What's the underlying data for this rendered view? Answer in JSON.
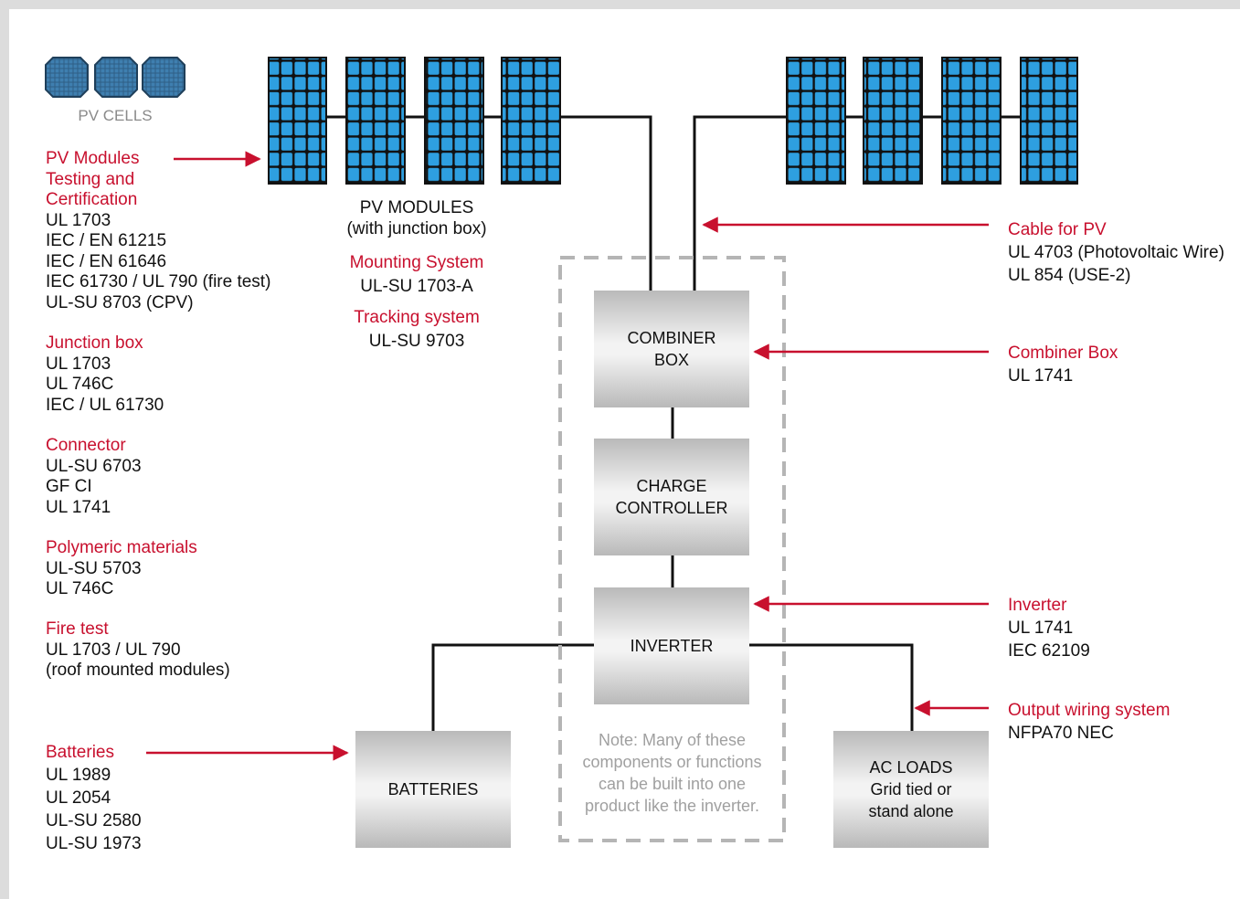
{
  "colors": {
    "accent": "#c8102e",
    "panel": "#2e9fe0",
    "wire": "#111111",
    "note": "#a0a0a0"
  },
  "pv_cells": {
    "label": "PV CELLS"
  },
  "pv_modules": {
    "label1": "PV MODULES",
    "label2": "(with junction box)"
  },
  "mounting": {
    "title": "Mounting System",
    "value": "UL-SU 1703-A"
  },
  "tracking": {
    "title": "Tracking system",
    "value": "UL-SU 9703"
  },
  "left_standards": {
    "pv_modules": {
      "title1": "PV Modules",
      "title2": "Testing and",
      "title3": "Certification",
      "items": [
        "UL 1703",
        "IEC / EN 61215",
        "IEC / EN 61646",
        "IEC 61730 / UL 790 (fire test)",
        "UL-SU 8703 (CPV)"
      ]
    },
    "junction_box": {
      "title": "Junction box",
      "items": [
        "UL 1703",
        "UL 746C",
        "IEC / UL 61730"
      ]
    },
    "connector": {
      "title": "Connector",
      "items": [
        "UL-SU 6703",
        "GF CI",
        "UL 1741"
      ]
    },
    "polymeric": {
      "title": "Polymeric materials",
      "items": [
        "UL-SU 5703",
        "UL 746C"
      ]
    },
    "fire_test": {
      "title": "Fire test",
      "items": [
        "UL 1703 / UL 790",
        "(roof mounted modules)"
      ]
    },
    "batteries": {
      "title": "Batteries",
      "items": [
        "UL 1989",
        "UL 2054",
        "UL-SU 2580",
        "UL-SU 1973"
      ]
    }
  },
  "right_standards": {
    "cable": {
      "title": "Cable for PV",
      "items": [
        "UL 4703 (Photovoltaic Wire)",
        "UL 854 (USE-2)"
      ]
    },
    "combiner": {
      "title": "Combiner Box",
      "items": [
        "UL 1741"
      ]
    },
    "inverter": {
      "title": "Inverter",
      "items": [
        "UL 1741",
        "IEC 62109"
      ]
    },
    "output": {
      "title": "Output wiring system",
      "items": [
        "NFPA70 NEC"
      ]
    }
  },
  "boxes": {
    "combiner": "COMBINER\nBOX",
    "charge": "CHARGE\nCONTROLLER",
    "inverter": "INVERTER",
    "batteries": "BATTERIES",
    "ac_loads": "AC LOADS\nGrid tied or\nstand alone"
  },
  "note": {
    "lines": [
      "Note: Many of these",
      "components or functions",
      "can be built into one",
      "product like the inverter."
    ]
  }
}
